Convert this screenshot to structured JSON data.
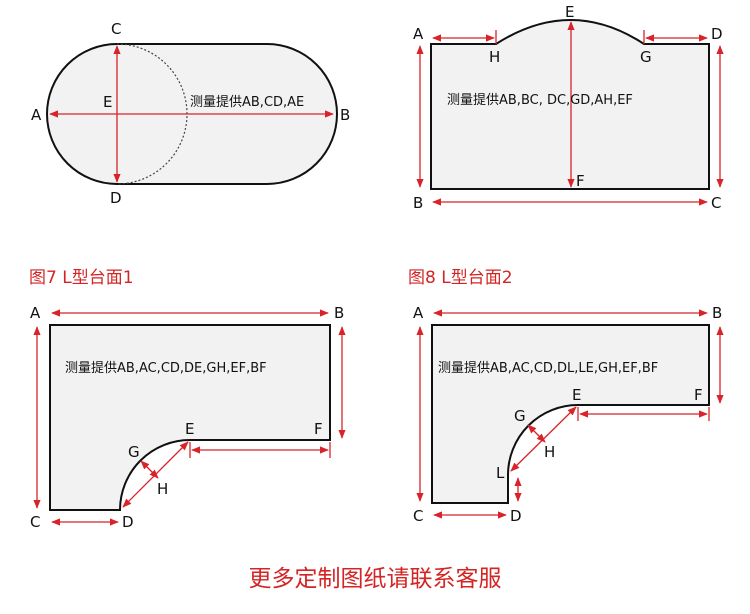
{
  "diagrams": [
    {
      "id": "oval",
      "note": "测量提供AB,CD,AE",
      "labels": {
        "A": "A",
        "B": "B",
        "C": "C",
        "D": "D",
        "E": "E"
      }
    },
    {
      "id": "arc-top",
      "note": "测量提供AB,BC, DC,GD,AH,EF",
      "labels": {
        "A": "A",
        "B": "B",
        "C": "C",
        "D": "D",
        "E": "E",
        "F": "F",
        "G": "G",
        "H": "H"
      }
    },
    {
      "id": "l-shape-1",
      "caption": "图7 L型台面1",
      "note": "测量提供AB,AC,CD,DE,GH,EF,BF",
      "labels": {
        "A": "A",
        "B": "B",
        "C": "C",
        "D": "D",
        "E": "E",
        "F": "F",
        "G": "G",
        "H": "H"
      }
    },
    {
      "id": "l-shape-2",
      "caption": "图8 L型台面2",
      "note": "测量提供AB,AC,CD,DL,LE,GH,EF,BF",
      "labels": {
        "A": "A",
        "B": "B",
        "C": "C",
        "D": "D",
        "E": "E",
        "F": "F",
        "G": "G",
        "H": "H",
        "L": "L"
      }
    }
  ],
  "footer": "更多定制图纸请联系客服",
  "colors": {
    "dimension": "#d8232a",
    "outline": "#111111",
    "fill": "#f2f2f2",
    "caption": "#d42424"
  }
}
